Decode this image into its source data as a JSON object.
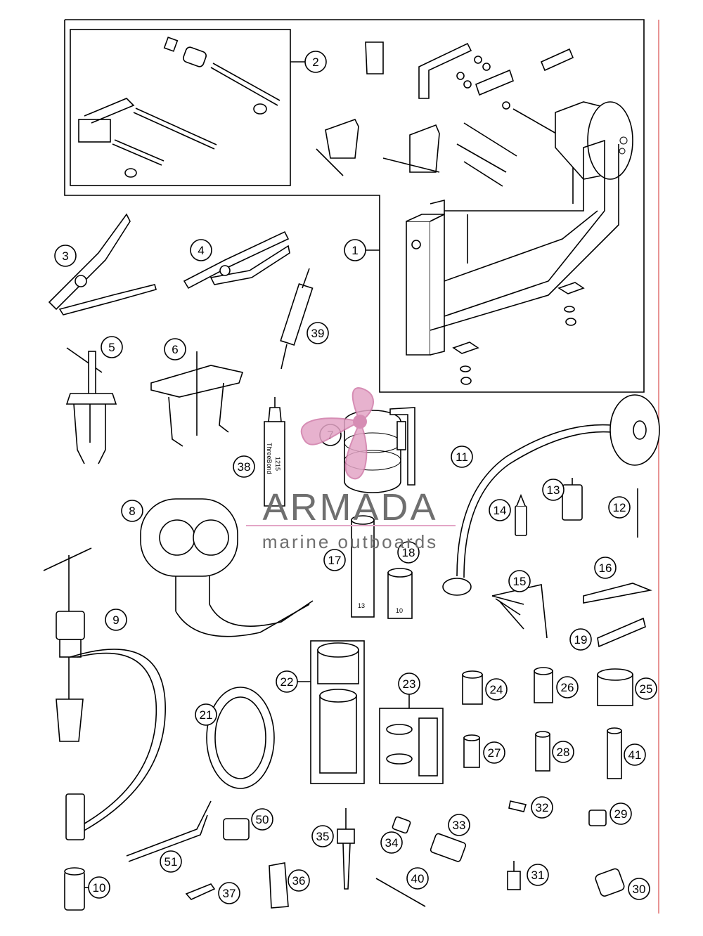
{
  "watermark": {
    "title": "ARMADA",
    "subtitle": "marine outboards",
    "colors": {
      "logo": "#e3a5c6",
      "text": "#6f6f6f"
    }
  },
  "parts": [
    {
      "num": "1"
    },
    {
      "num": "2"
    },
    {
      "num": "3"
    },
    {
      "num": "4"
    },
    {
      "num": "5"
    },
    {
      "num": "6"
    },
    {
      "num": "7"
    },
    {
      "num": "8"
    },
    {
      "num": "9"
    },
    {
      "num": "10"
    },
    {
      "num": "11"
    },
    {
      "num": "12"
    },
    {
      "num": "13"
    },
    {
      "num": "14"
    },
    {
      "num": "15"
    },
    {
      "num": "16"
    },
    {
      "num": "17"
    },
    {
      "num": "18"
    },
    {
      "num": "19"
    },
    {
      "num": "21"
    },
    {
      "num": "22"
    },
    {
      "num": "23"
    },
    {
      "num": "24"
    },
    {
      "num": "25"
    },
    {
      "num": "26"
    },
    {
      "num": "27"
    },
    {
      "num": "28"
    },
    {
      "num": "29"
    },
    {
      "num": "30"
    },
    {
      "num": "31"
    },
    {
      "num": "32"
    },
    {
      "num": "33"
    },
    {
      "num": "34"
    },
    {
      "num": "35"
    },
    {
      "num": "36"
    },
    {
      "num": "37"
    },
    {
      "num": "38"
    },
    {
      "num": "39"
    },
    {
      "num": "40"
    },
    {
      "num": "41"
    },
    {
      "num": "50"
    },
    {
      "num": "51"
    }
  ],
  "part_labels": {
    "tube_38_brand": "ThreeBond",
    "tube_38_code": "1215",
    "socket_17_size": "13",
    "socket_18_size": "10"
  }
}
